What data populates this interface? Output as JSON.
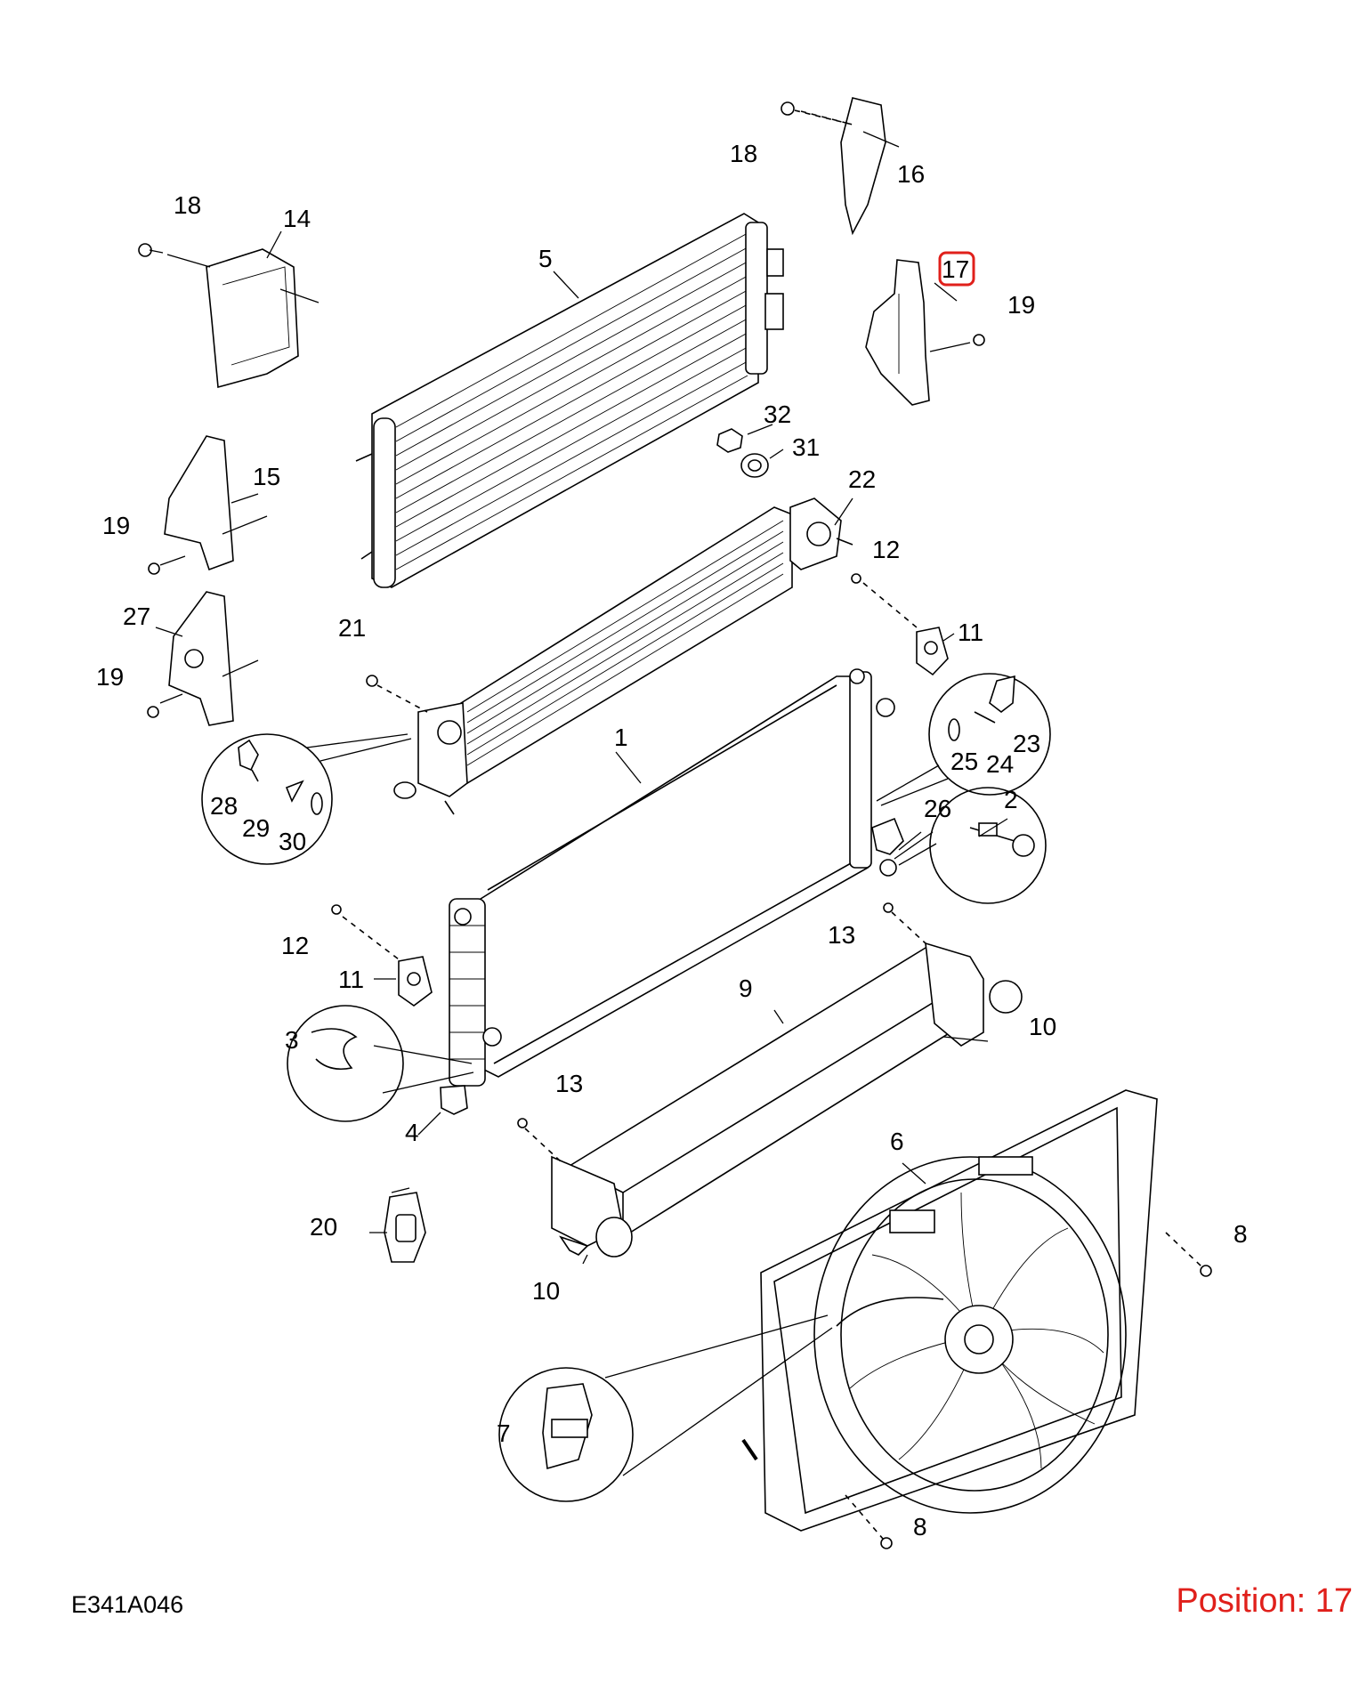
{
  "diagram": {
    "reference_code": "E341A046",
    "position_label": "Position: 17",
    "highlighted_callout": "17",
    "highlight_color": "#e0201b",
    "callouts": {
      "c1": "1",
      "c2": "2",
      "c3": "3",
      "c4": "4",
      "c5": "5",
      "c6": "6",
      "c7": "7",
      "c8a": "8",
      "c8b": "8",
      "c9": "9",
      "c10a": "10",
      "c10b": "10",
      "c11a": "11",
      "c11b": "11",
      "c12a": "12",
      "c12b": "12",
      "c13a": "13",
      "c13b": "13",
      "c14": "14",
      "c15": "15",
      "c16": "16",
      "c17": "17",
      "c18a": "18",
      "c18b": "18",
      "c19a": "19",
      "c19b": "19",
      "c19c": "19",
      "c20": "20",
      "c21": "21",
      "c22": "22",
      "c23": "23",
      "c24": "24",
      "c25": "25",
      "c26": "26",
      "c27": "27",
      "c28": "28",
      "c29": "29",
      "c30": "30",
      "c31": "31",
      "c32": "32"
    }
  }
}
